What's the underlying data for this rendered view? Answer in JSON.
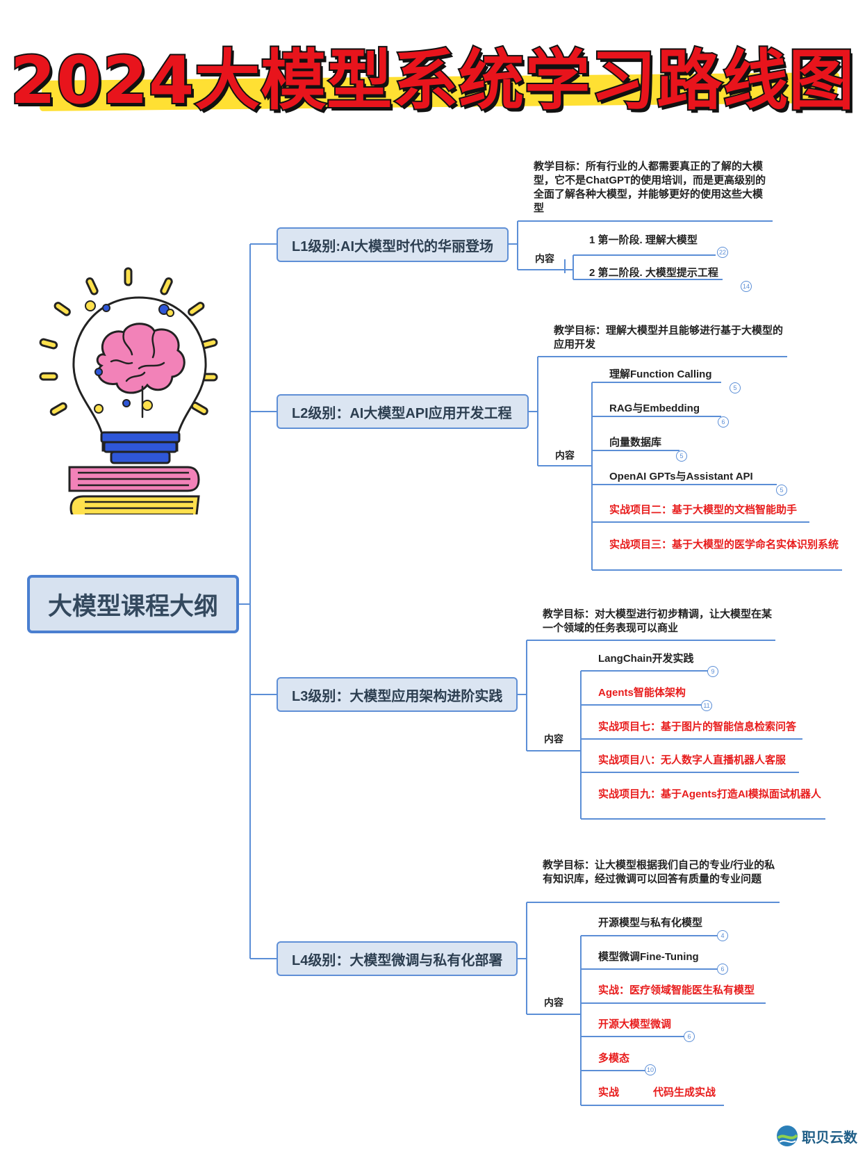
{
  "title": "2024大模型系统学习路线图",
  "root": "大模型课程大纲",
  "levels": [
    {
      "label": "L1级别:AI大模型时代的华丽登场",
      "goal": "教学目标：所有行业的人都需要真正的了解的大模型，它不是ChatGPT的使用培训，而是更高级别的全面了解各种大模型，并能够更好的使用这些大模型",
      "content_label": "内容",
      "items": [
        {
          "text": "1  第一阶段. 理解大模型",
          "count": "22",
          "red": false
        },
        {
          "text": "2  第二阶段. 大模型提示工程",
          "count": "14",
          "red": false
        }
      ]
    },
    {
      "label": "L2级别：AI大模型API应用开发工程",
      "goal": "教学目标：理解大模型并且能够进行基于大模型的应用开发",
      "content_label": "内容",
      "items": [
        {
          "text": "理解Function Calling",
          "count": "5",
          "red": false
        },
        {
          "text": "RAG与Embedding",
          "count": "6",
          "red": false
        },
        {
          "text": "向量数据库",
          "count": "5",
          "red": false
        },
        {
          "text": "OpenAI GPTs与Assistant  API",
          "count": "5",
          "red": false
        },
        {
          "text": "实战项目二：基于大模型的文档智能助手",
          "count": "",
          "red": true
        },
        {
          "text": "实战项目三：基于大模型的医学命名实体识别系统",
          "count": "",
          "red": true
        }
      ]
    },
    {
      "label": "L3级别：大模型应用架构进阶实践",
      "goal": "教学目标：对大模型进行初步精调，让大模型在某一个领域的任务表现可以商业",
      "content_label": "内容",
      "items": [
        {
          "text": "LangChain开发实践",
          "count": "9",
          "red": false
        },
        {
          "text": "Agents智能体架构",
          "count": "11",
          "red": true
        },
        {
          "text": "实战项目七：基于图片的智能信息检索问答",
          "count": "",
          "red": true
        },
        {
          "text": "实战项目八：无人数字人直播机器人客服",
          "count": "",
          "red": true
        },
        {
          "text": "实战项目九：基于Agents打造AI模拟面试机器人",
          "count": "",
          "red": true
        }
      ]
    },
    {
      "label": "L4级别：大模型微调与私有化部署",
      "goal": "教学目标：让大模型根据我们自己的专业/行业的私有知识库，经过微调可以回答有质量的专业问题",
      "content_label": "内容",
      "items": [
        {
          "text": "开源模型与私有化模型",
          "count": "4",
          "red": false
        },
        {
          "text": "模型微调Fine-Tuning",
          "count": "6",
          "red": false
        },
        {
          "text": "实战：医疗领域智能医生私有模型",
          "count": "",
          "red": true
        },
        {
          "text": "开源大模型微调",
          "count": "6",
          "red": true
        },
        {
          "text": "多模态",
          "count": "10",
          "red": true
        },
        {
          "text": "实战",
          "count": "",
          "red": true,
          "child": "代码生成实战"
        }
      ]
    }
  ],
  "brand": "职贝云数",
  "colors": {
    "line": "#5b8ed6",
    "accent_red": "#e81c1c",
    "title_red": "#e8141c",
    "highlight": "#ffe033",
    "node_fill": "#dbe5f2"
  }
}
